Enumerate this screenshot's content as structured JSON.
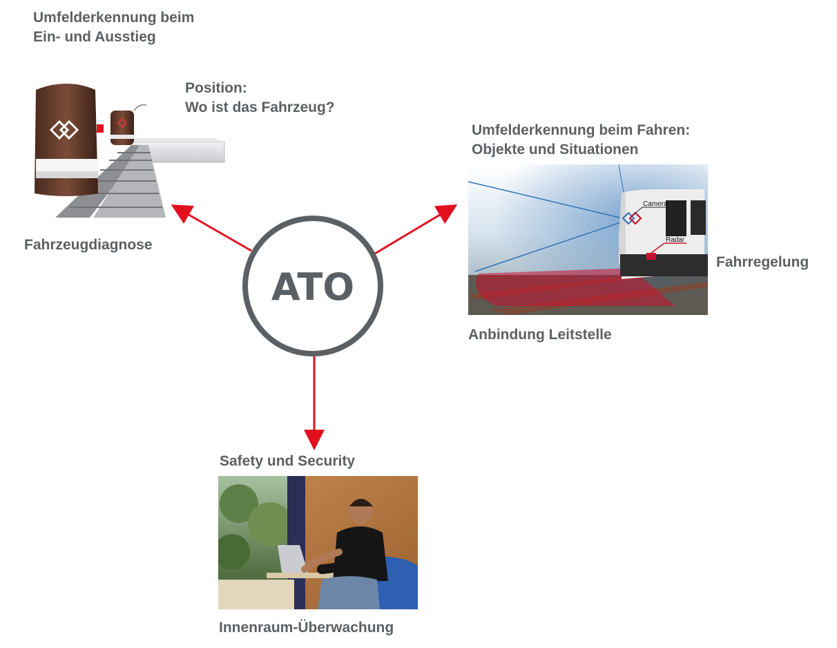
{
  "center": {
    "label": "ATO"
  },
  "labels": {
    "top_left_title": [
      "Umfelderkennung beim",
      "Ein- und Ausstieg"
    ],
    "position": [
      "Position:",
      "Wo ist das Fahrzeug?"
    ],
    "fahrzeugdiagnose": "Fahrzeugdiagnose",
    "umfeld_fahren": [
      "Umfelderkennung beim Fahren:",
      "Objekte und Situationen"
    ],
    "fahrregelung": "Fahrregelung",
    "anbindung": "Anbindung Leitstelle",
    "safety": "Safety und Security",
    "innenraum": "Innenraum-Überwachung"
  },
  "photo_annotations": {
    "camera": "Camera",
    "radar": "Radar"
  },
  "colors": {
    "arrow": "#e2101f",
    "circle": "#5b6064",
    "text": "#5b6064",
    "radar": "#c8102e",
    "camera_ray": "#2e6fb5"
  },
  "icons": [
    "train-front-icon",
    "monorail-icon",
    "sensor-logo-icon"
  ]
}
